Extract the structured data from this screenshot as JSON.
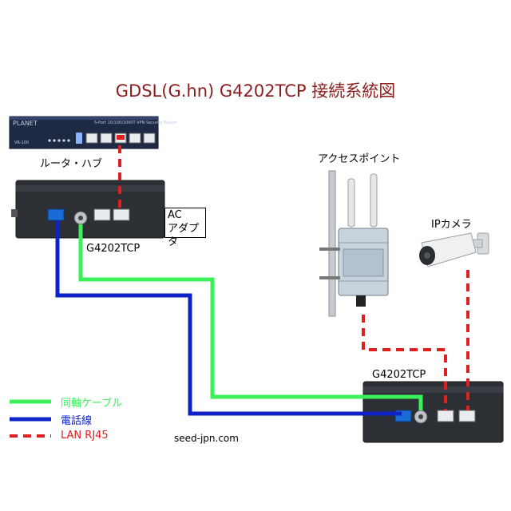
{
  "title": "GDSL(G.hn) G4202TCP 接続系統図",
  "labels": {
    "router": "ルータ・ハブ",
    "router_model": "VR-100",
    "router_caption": "5-Port 10/100/1000T VPN Security Router",
    "router_brand": "PLANET",
    "g4202_top": "G4202TCP",
    "g4202_bottom": "G4202TCP",
    "ac_line1": "AC",
    "ac_line2": "アダプタ",
    "access_point": "アクセスポイント",
    "ip_camera": "IPカメラ",
    "website": "seed-jpn.com"
  },
  "legend": [
    {
      "label": "同軸ケーブル",
      "color": "#3cf05a",
      "style": "solid"
    },
    {
      "label": "電話線",
      "color": "#0d23c8",
      "style": "solid"
    },
    {
      "label": "LAN RJ45",
      "color": "#e0201f",
      "style": "dashed"
    }
  ],
  "colors": {
    "title": "#8b1c1c",
    "coax": "#3cf05a",
    "phone": "#0d23c8",
    "lan": "#e0201f",
    "device_body": "#2c2f33",
    "router_body": "#1e2a44"
  },
  "icons": [
    "router-icon",
    "g4202-device-icon",
    "access-point-icon",
    "ip-camera-icon",
    "ac-adapter-box"
  ]
}
